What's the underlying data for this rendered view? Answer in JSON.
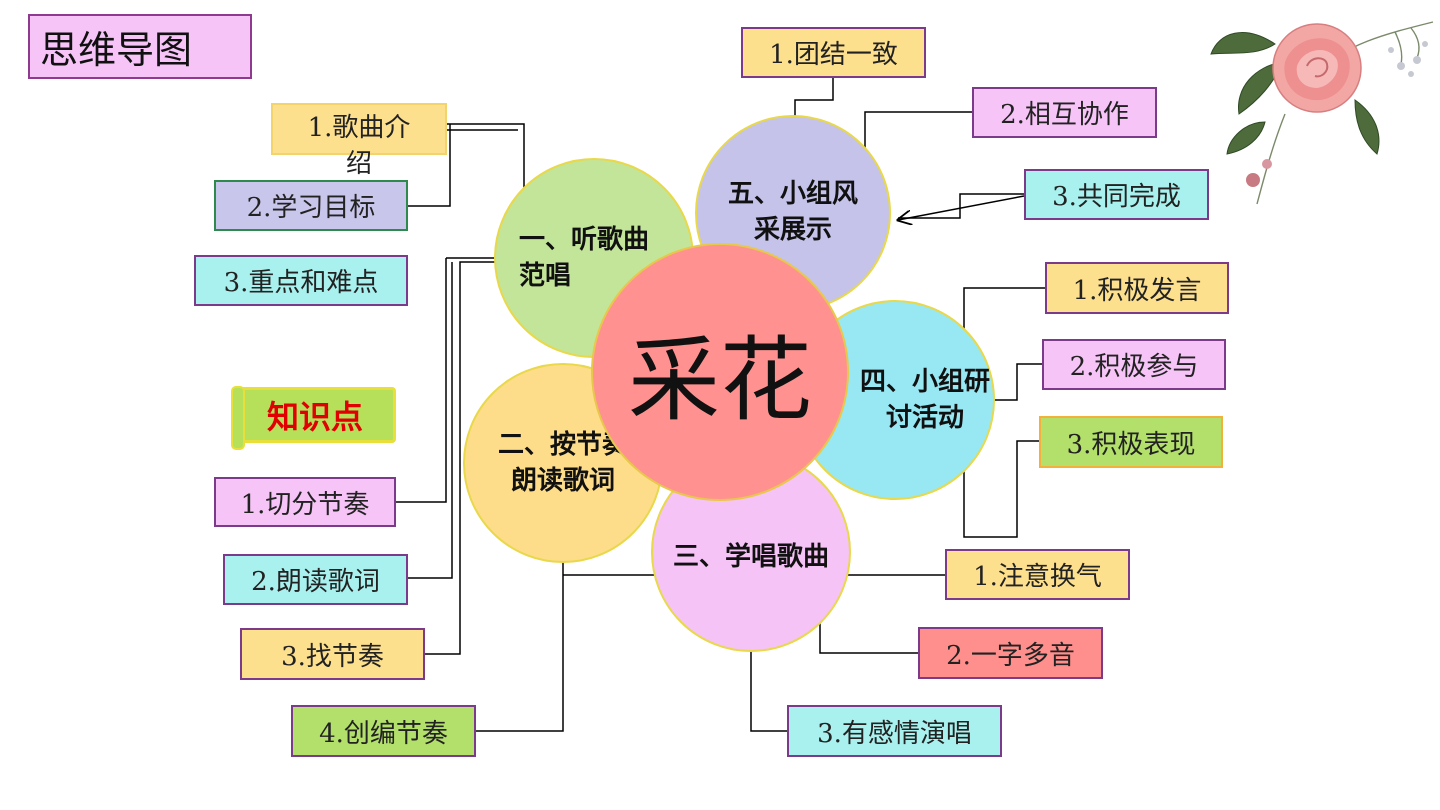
{
  "title": "思维导图",
  "knowledge_label": "知识点",
  "center_label": "采花",
  "petals": {
    "p1": "一、听歌曲范唱",
    "p2": "二、按节奏朗读歌词",
    "p3": "三、学唱歌曲",
    "p4": "四、小组研讨活动",
    "p5": "五、小组风采展示"
  },
  "leaves": {
    "a1": "1.歌曲介绍",
    "a2": "2.学习目标",
    "a3": "3.重点和难点",
    "b1": "1.切分节奏",
    "b2": "2.朗读歌词",
    "b3": "3.找节奏",
    "b4": "4.创编节奏",
    "c1": "1.注意换气",
    "c2": "2.一字多音",
    "c3": "3.有感情演唱",
    "d1": "1.积极发言",
    "d2": "2.积极参与",
    "d3": "3.积极表现",
    "e1": "1.团结一致",
    "e2": "2.相互协作",
    "e3": "3.共同完成"
  },
  "colors": {
    "pink": "#f6c4f7",
    "yellow": "#fde08e",
    "lavender": "#c9c6ec",
    "cyan": "#a8f1ee",
    "green": "#b3df6b",
    "salmon": "#ff8f8c",
    "petal1": "#c3e59a",
    "petal2": "#fddd8a",
    "petal3": "#f5c3f5",
    "petal4": "#97e8f3",
    "petal5": "#c5c3ea",
    "center": "#ff9290"
  },
  "decoration": {
    "flower": "pink-rose"
  }
}
